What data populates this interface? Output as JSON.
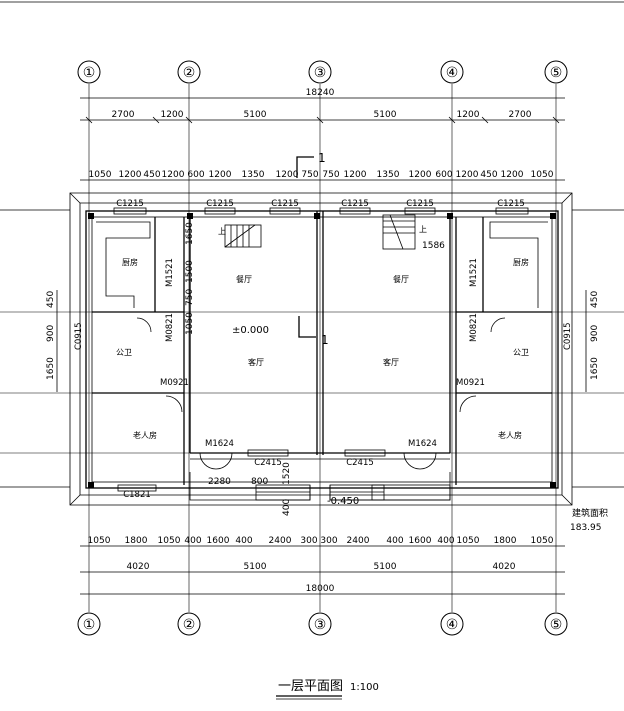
{
  "drawing": {
    "title": "一层平面图",
    "scale": "1:100",
    "area_label": "建筑面积",
    "area_value": "183.95",
    "elevation_inner": "±0.000",
    "elevation_outer": "-0.450",
    "section_mark": "1"
  },
  "axes": [
    "①",
    "②",
    "③",
    "④",
    "⑤"
  ],
  "top_dims": {
    "overall": "18240",
    "row2": [
      "2700",
      "1200",
      "5100",
      "5100",
      "1200",
      "2700"
    ],
    "row3": [
      "1050",
      "1200",
      "450",
      "1200",
      "600",
      "1200",
      "1350",
      "1200",
      "750",
      "750",
      "1200",
      "1350",
      "1200",
      "600",
      "1200",
      "450",
      "1200",
      "1050"
    ]
  },
  "bottom_dims": {
    "overall": "18000",
    "row2": [
      "4020",
      "5100",
      "5100",
      "4020"
    ],
    "row1": [
      "1050",
      "1800",
      "1050",
      "400",
      "1600",
      "400",
      "2400",
      "300",
      "300",
      "2400",
      "400",
      "1600",
      "400",
      "1050",
      "1800",
      "1050"
    ]
  },
  "left_dims": [
    "450",
    "900",
    "1650"
  ],
  "right_dims": [
    "450",
    "900",
    "1650"
  ],
  "rooms": {
    "kitchen": "厨房",
    "dining": "餐厅",
    "living": "客厅",
    "wc": "公卫",
    "elder": "老人房"
  },
  "labels": {
    "up": "上",
    "c1215": "C1215",
    "c1821": "C1821",
    "c2415": "C2415",
    "c0915": "C0915",
    "m1521": "M1521",
    "m0821": "M0821",
    "m0921": "M0921",
    "m1624": "M1624",
    "d1650": "1650",
    "d1500": "1500",
    "d750": "750",
    "d1050": "1050",
    "d1586": "1586",
    "d2280": "2280",
    "d800": "800",
    "d1520": "1520",
    "d400": "400"
  }
}
